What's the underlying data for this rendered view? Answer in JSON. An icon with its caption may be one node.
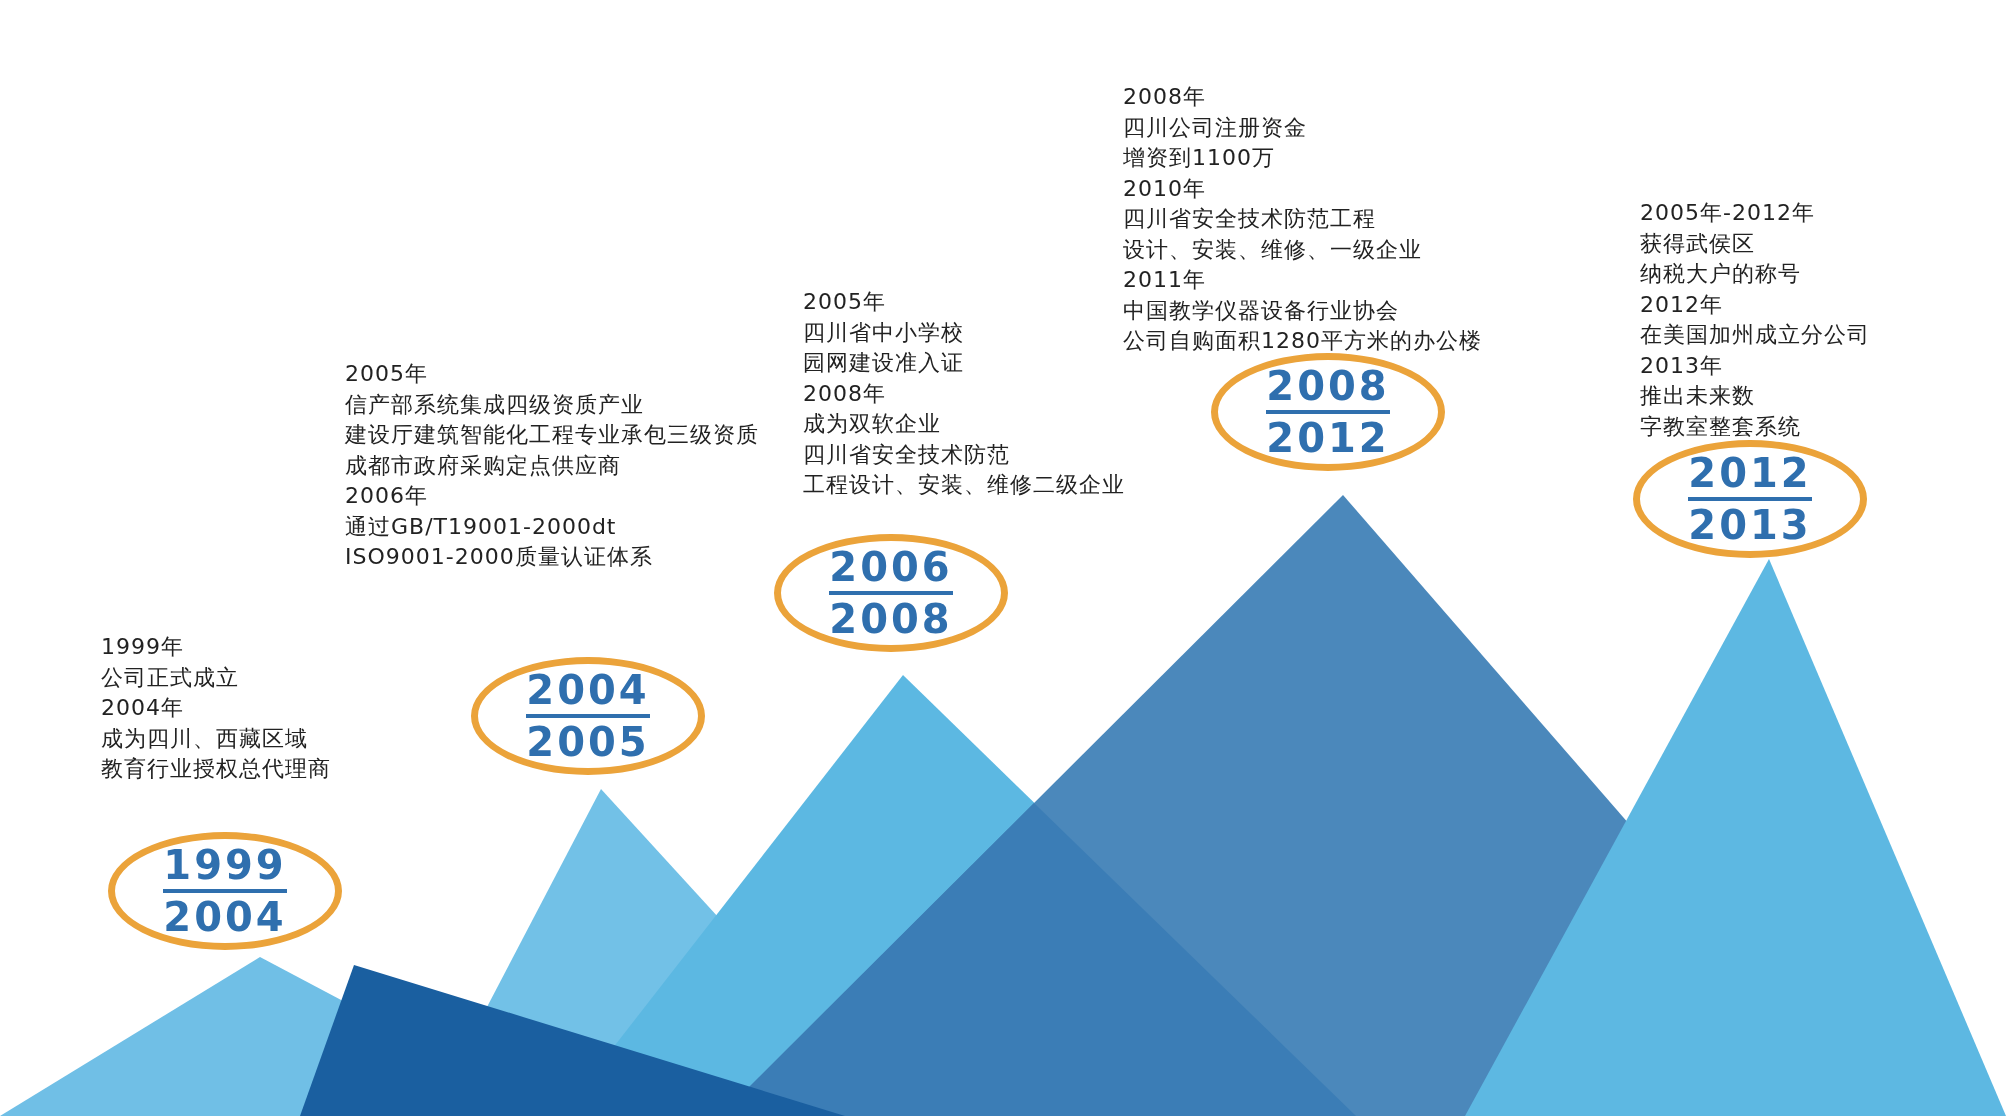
{
  "diagram": {
    "nodes": [
      {
        "text": [
          "1999",
          "2004"
        ],
        "beside": [
          "1999年",
          "公司正式成立",
          "2004年",
          "成为四川、西藏区域",
          "教育行业授权总代理商"
        ]
      },
      {
        "text": [
          "2004",
          "2005"
        ],
        "beside": [
          "2005年",
          "信产部系统集成四级资质产业",
          "建设厅建筑智能化工程专业承包三级资质",
          "成都市政府采购定点供应商",
          "2006年",
          "通过GB/T19001-2000dt",
          "ISO9001-2000质量认证体系"
        ]
      },
      {
        "text": [
          "2006",
          "2008"
        ],
        "beside": [
          "2005年",
          "四川省中小学校",
          "园网建设准入证",
          "2008年",
          "成为双软企业",
          "四川省安全技术防范",
          "工程设计、安装、维修二级企业"
        ]
      },
      {
        "text": [
          "2008",
          "2012"
        ],
        "beside": [
          "2008年",
          "四川公司注册资金",
          "增资到1100万",
          "2010年",
          "四川省安全技术防范工程",
          "设计、安装、维修、一级企业",
          "2011年",
          "中国教学仪器设备行业协会",
          "公司自购面积1280平方米的办公楼"
        ]
      },
      {
        "text": [
          "2012",
          "2013"
        ],
        "beside": [
          "2005年-2012年",
          "获得武侯区",
          "纳税大户的称号",
          "2012年",
          "在美国加州成立分公司",
          "2013年",
          "推出未来数",
          "字教室整套系统"
        ]
      }
    ]
  }
}
